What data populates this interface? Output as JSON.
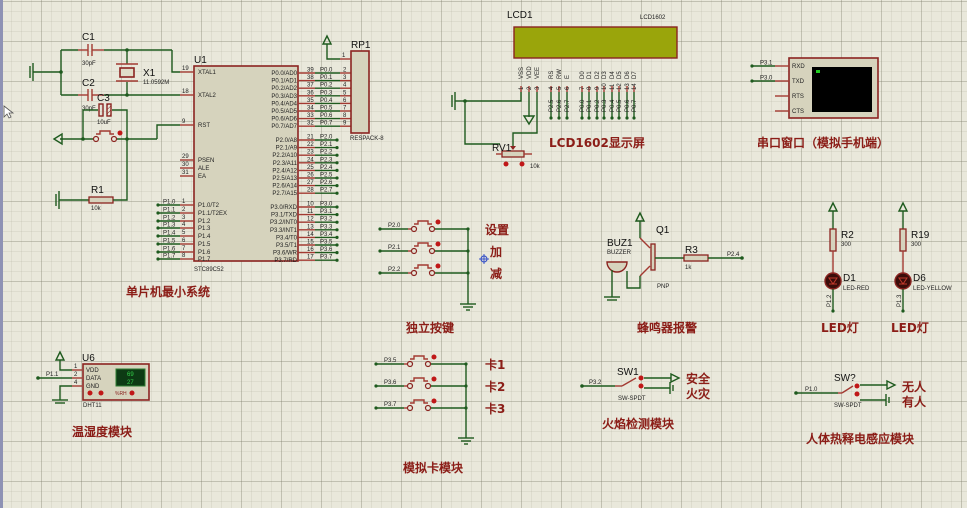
{
  "colors": {
    "wire": "#1e5a1e",
    "pin": "#a33a32",
    "label": "#8b1d17",
    "lcd": "#9aa50b",
    "terminal": "#000000"
  },
  "mcu": {
    "ref": "U1",
    "part": "STC89C52",
    "left_pins": [
      {
        "num": "19",
        "name": "XTAL1"
      },
      {
        "num": "18",
        "name": "XTAL2"
      },
      {
        "num": "9",
        "name": "RST"
      },
      {
        "num": "29",
        "name": "PSEN"
      },
      {
        "num": "30",
        "name": "ALE"
      },
      {
        "num": "31",
        "name": "EA"
      },
      {
        "num": "1",
        "name": "P1.0/T2",
        "net": "P1.0"
      },
      {
        "num": "2",
        "name": "P1.1/T2EX",
        "net": "P1.1"
      },
      {
        "num": "3",
        "name": "P1.2",
        "net": "P1.2"
      },
      {
        "num": "4",
        "name": "P1.3",
        "net": "P1.3"
      },
      {
        "num": "5",
        "name": "P1.4",
        "net": "P1.4"
      },
      {
        "num": "6",
        "name": "P1.5",
        "net": "P1.5"
      },
      {
        "num": "7",
        "name": "P1.6",
        "net": "P1.6"
      },
      {
        "num": "8",
        "name": "P1.7",
        "net": "P1.7"
      }
    ],
    "p0_pins": [
      {
        "num": "39",
        "name": "P0.0/AD0",
        "net": "P0.0",
        "rp": "2"
      },
      {
        "num": "38",
        "name": "P0.1/AD1",
        "net": "P0.1",
        "rp": "3"
      },
      {
        "num": "37",
        "name": "P0.2/AD2",
        "net": "P0.2",
        "rp": "4"
      },
      {
        "num": "36",
        "name": "P0.3/AD3",
        "net": "P0.3",
        "rp": "5"
      },
      {
        "num": "35",
        "name": "P0.4/AD4",
        "net": "P0.4",
        "rp": "6"
      },
      {
        "num": "34",
        "name": "P0.5/AD5",
        "net": "P0.5",
        "rp": "7"
      },
      {
        "num": "33",
        "name": "P0.6/AD6",
        "net": "P0.6",
        "rp": "8"
      },
      {
        "num": "32",
        "name": "P0.7/AD7",
        "net": "P0.7",
        "rp": "9"
      }
    ],
    "p2_pins": [
      {
        "num": "21",
        "name": "P2.0/A8",
        "net": "P2.0"
      },
      {
        "num": "22",
        "name": "P2.1/A9",
        "net": "P2.1"
      },
      {
        "num": "23",
        "name": "P2.2/A10",
        "net": "P2.2"
      },
      {
        "num": "24",
        "name": "P2.3/A11",
        "net": "P2.3"
      },
      {
        "num": "25",
        "name": "P2.4/A12",
        "net": "P2.4"
      },
      {
        "num": "26",
        "name": "P2.5/A13",
        "net": "P2.5"
      },
      {
        "num": "27",
        "name": "P2.6/A14",
        "net": "P2.6"
      },
      {
        "num": "28",
        "name": "P2.7/A15",
        "net": "P2.7"
      }
    ],
    "p3_pins": [
      {
        "num": "10",
        "name": "P3.0/RXD",
        "net": "P3.0"
      },
      {
        "num": "11",
        "name": "P3.1/TXD",
        "net": "P3.1"
      },
      {
        "num": "12",
        "name": "P3.2/INT0",
        "net": "P3.2"
      },
      {
        "num": "13",
        "name": "P3.3/INT1",
        "net": "P3.3"
      },
      {
        "num": "14",
        "name": "P3.4/T0",
        "net": "P3.4"
      },
      {
        "num": "15",
        "name": "P3.5/T1",
        "net": "P3.5"
      },
      {
        "num": "16",
        "name": "P3.6/WR",
        "net": "P3.6"
      },
      {
        "num": "17",
        "name": "P3.7/RD",
        "net": "P3.7"
      }
    ]
  },
  "minimal_system": {
    "c1": {
      "ref": "C1",
      "value": "30pF"
    },
    "c2": {
      "ref": "C2",
      "value": "30pF"
    },
    "x1": {
      "ref": "X1",
      "value": "11.0592M"
    },
    "c3": {
      "ref": "C3",
      "value": "10uF"
    },
    "r1": {
      "ref": "R1",
      "value": "10k"
    },
    "label": "单片机最小系统"
  },
  "rp1": {
    "ref": "RP1",
    "part": "RESPACK-8",
    "pin1": "1"
  },
  "lcd": {
    "ref": "LCD1",
    "part": "LCD1602",
    "label": "LCD1602显示屏",
    "pins": [
      {
        "name": "VSS",
        "num": "1",
        "net": ""
      },
      {
        "name": "VDD",
        "num": "2",
        "net": ""
      },
      {
        "name": "VEE",
        "num": "3",
        "net": ""
      },
      {
        "name": "RS",
        "num": "4",
        "net": "P2.5"
      },
      {
        "name": "RW",
        "num": "5",
        "net": "P2.6"
      },
      {
        "name": "E",
        "num": "6",
        "net": "P2.7"
      },
      {
        "name": "D0",
        "num": "7",
        "net": "P0.0"
      },
      {
        "name": "D1",
        "num": "8",
        "net": "P0.1"
      },
      {
        "name": "D2",
        "num": "9",
        "net": "P0.2"
      },
      {
        "name": "D3",
        "num": "10",
        "net": "P0.3"
      },
      {
        "name": "D4",
        "num": "11",
        "net": "P0.4"
      },
      {
        "name": "D5",
        "num": "12",
        "net": "P0.5"
      },
      {
        "name": "D6",
        "num": "13",
        "net": "P0.6"
      },
      {
        "name": "D7",
        "num": "14",
        "net": "P0.7"
      }
    ],
    "rv1": {
      "ref": "RV1",
      "value": "10k"
    }
  },
  "serial": {
    "label": "串口窗口（模拟手机端）",
    "pins": [
      {
        "name": "RXD",
        "net": "P3.1"
      },
      {
        "name": "TXD",
        "net": "P3.0"
      },
      {
        "name": "RTS",
        "net": ""
      },
      {
        "name": "CTS",
        "net": ""
      }
    ]
  },
  "keys": {
    "label": "独立按键",
    "items": [
      {
        "net": "P2.0",
        "label": "设置"
      },
      {
        "net": "P2.1",
        "label": "加"
      },
      {
        "net": "P2.2",
        "label": "减"
      }
    ]
  },
  "buzzer": {
    "label": "蜂鸣器报警",
    "buz": {
      "ref": "BUZ1",
      "part": "BUZZER"
    },
    "q": {
      "ref": "Q1",
      "part": "PNP"
    },
    "r": {
      "ref": "R3",
      "value": "1k"
    },
    "net": "P2.4"
  },
  "leds": {
    "items": [
      {
        "r_ref": "R2",
        "r_val": "300",
        "d_ref": "D1",
        "d_part": "LED-RED",
        "net": "P1.2",
        "label": "LED灯",
        "color": "#c0392b"
      },
      {
        "r_ref": "R19",
        "r_val": "300",
        "d_ref": "D6",
        "d_part": "LED-YELLOW",
        "net": "P1.3",
        "label": "LED灯",
        "color": "#c0392b"
      }
    ]
  },
  "dht": {
    "ref": "U6",
    "part": "DHT11",
    "label": "温湿度模块",
    "pins": [
      {
        "num": "1",
        "name": "VDD"
      },
      {
        "num": "2",
        "name": "DATA"
      },
      {
        "num": "4",
        "name": "GND"
      }
    ],
    "net": "P1.1",
    "humidity": "69",
    "temperature": "27",
    "unit": "%RH"
  },
  "cards": {
    "label": "模拟卡模块",
    "items": [
      {
        "net": "P3.5",
        "label": "卡1"
      },
      {
        "net": "P3.6",
        "label": "卡2"
      },
      {
        "net": "P3.7",
        "label": "卡3"
      }
    ]
  },
  "flame": {
    "ref": "SW1",
    "part": "SW-SPDT",
    "net": "P3.2",
    "opt1": "安全",
    "opt2": "火灾",
    "label": "火焰检测模块"
  },
  "pir": {
    "ref": "SW?",
    "part": "SW-SPDT",
    "net": "P1.0",
    "opt1": "无人",
    "opt2": "有人",
    "label": "人体热释电感应模块"
  }
}
